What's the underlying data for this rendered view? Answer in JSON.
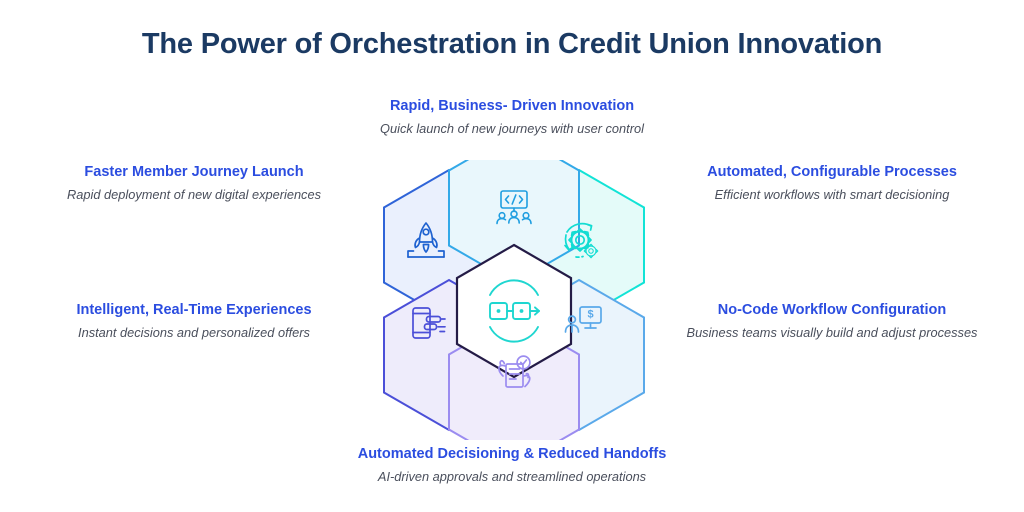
{
  "header": {
    "title": "The Power of Orchestration in Credit Union Innovation"
  },
  "callouts": {
    "top": {
      "title": "Rapid, Business- Driven Innovation",
      "subtitle": "Quick launch of new journeys with user control"
    },
    "top_left": {
      "title": "Faster Member Journey Launch",
      "subtitle": "Rapid deployment of new digital experiences"
    },
    "mid_left": {
      "title": "Intelligent, Real-Time Experiences",
      "subtitle": "Instant decisions and personalized offers"
    },
    "top_right": {
      "title": "Automated, Configurable Processes",
      "subtitle": "Efficient workflows with smart decisioning"
    },
    "mid_right": {
      "title": "No-Code Workflow Configuration",
      "subtitle": "Business teams visually build and adjust processes"
    },
    "bottom": {
      "title": "Automated Decisioning & Reduced Handoffs",
      "subtitle": "AI-driven approvals and streamlined operations"
    }
  },
  "diagram": {
    "type": "hexagon-cluster",
    "center_icon": "orchestration-workflow-icon",
    "petals": [
      {
        "position": "upper-left",
        "icon": "rocket-launch-icon",
        "stroke": "#2f64d8",
        "fill": "#eaf0fd"
      },
      {
        "position": "upper-center",
        "icon": "code-team-icon",
        "stroke": "#33a9e8",
        "fill": "#e9f7fc"
      },
      {
        "position": "upper-right",
        "icon": "gears-refresh-icon",
        "stroke": "#12e3d6",
        "fill": "#e4fbf9"
      },
      {
        "position": "lower-right",
        "icon": "person-payment-screen-icon",
        "stroke": "#5aa9ea",
        "fill": "#eaf4fc"
      },
      {
        "position": "lower-center",
        "icon": "document-approved-icon",
        "stroke": "#9b8cf0",
        "fill": "#f0ecfb"
      },
      {
        "position": "lower-left",
        "icon": "mobile-notification-icon",
        "stroke": "#4b4fd8",
        "fill": "#eeecfb"
      }
    ],
    "center": {
      "stroke": "#241b46",
      "fill": "#ffffff",
      "icon_color": "#1fd6d0"
    }
  },
  "colors": {
    "title": "#1b3a63",
    "callout_heading": "#2b4de0",
    "callout_subtitle": "#4a4f5c",
    "background": "#ffffff"
  }
}
